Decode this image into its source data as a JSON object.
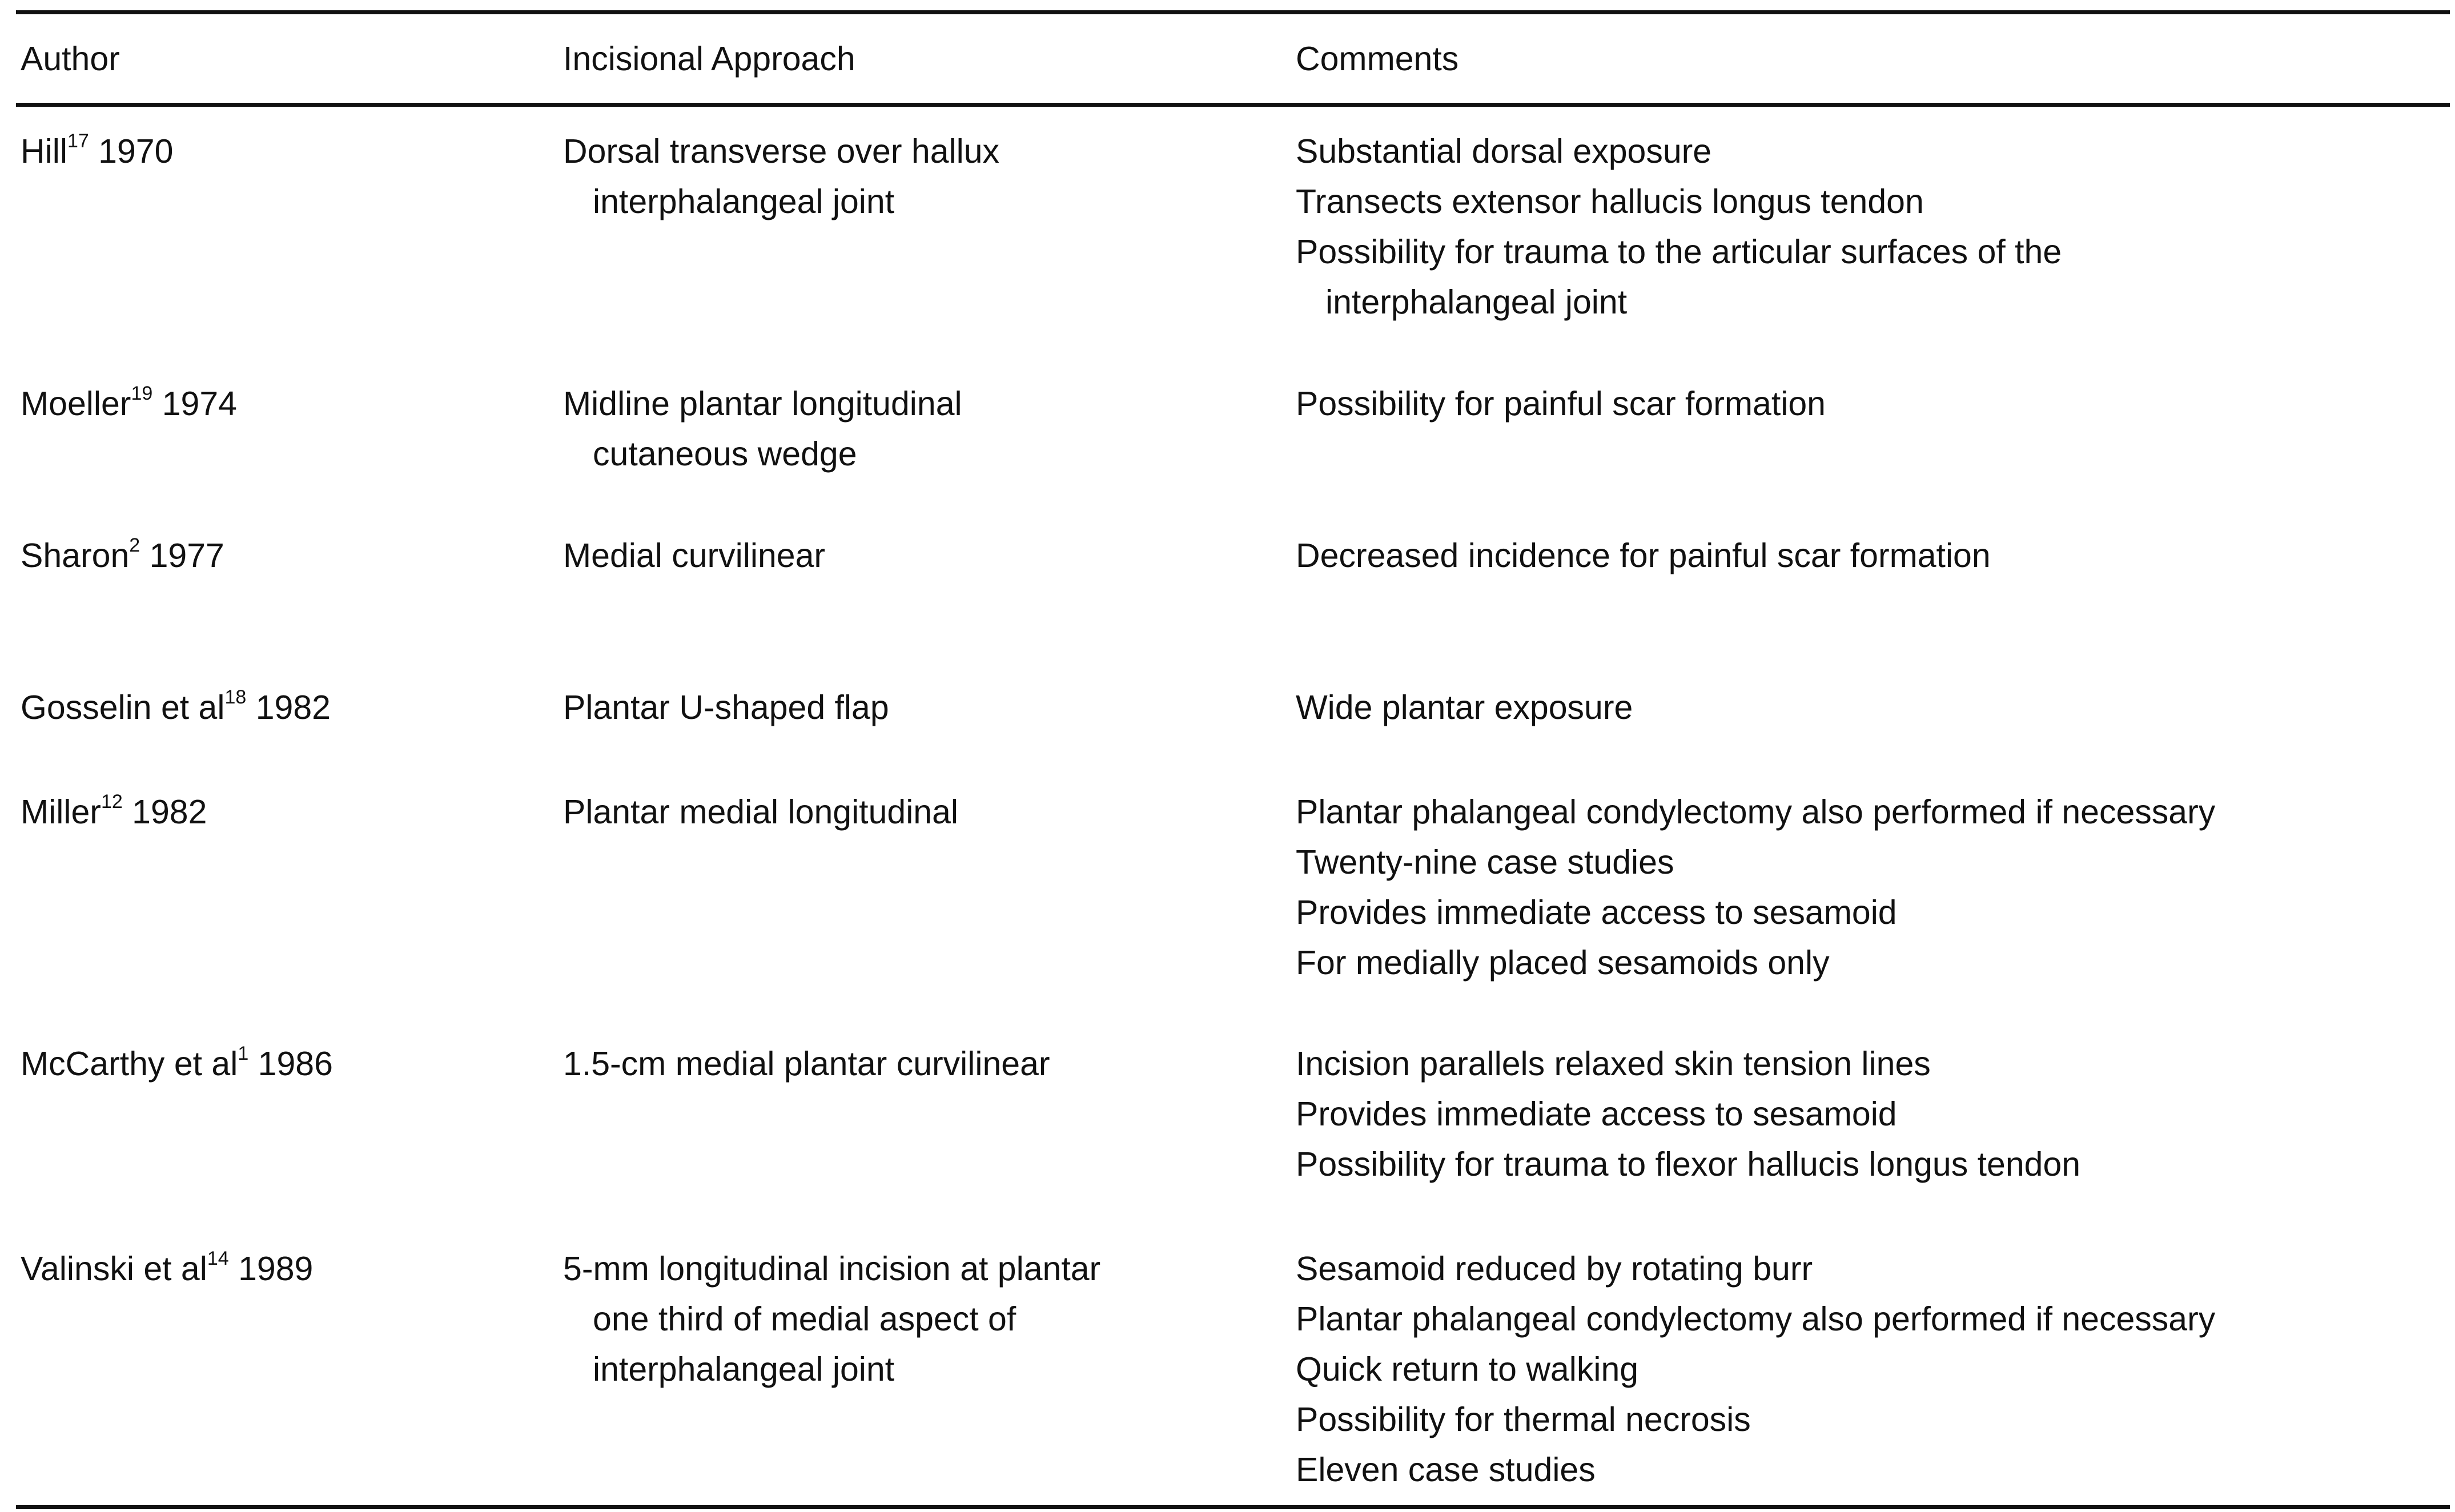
{
  "header": {
    "author": "Author",
    "approach": "Incisional Approach",
    "comments": "Comments"
  },
  "rows": [
    {
      "author_name": "Hill",
      "author_ref": "17",
      "author_year": "1970",
      "approach_first": "Dorsal transverse over hallux",
      "approach_rest": [
        "interphalangeal joint"
      ],
      "comments": [
        {
          "first": "Substantial dorsal exposure"
        },
        {
          "first": "Transects extensor hallucis longus tendon"
        },
        {
          "first": "Possibility for trauma to the articular surfaces of the",
          "rest": "interphalangeal joint"
        }
      ]
    },
    {
      "author_name": "Moeller",
      "author_ref": "19",
      "author_year": "1974",
      "approach_first": "Midline plantar longitudinal",
      "approach_rest": [
        "cutaneous wedge"
      ],
      "comments": [
        {
          "first": "Possibility for painful scar formation"
        }
      ]
    },
    {
      "author_name": "Sharon",
      "author_ref": "2",
      "author_year": "1977",
      "approach_first": "Medial curvilinear",
      "approach_rest": [],
      "comments": [
        {
          "first": "Decreased incidence for painful scar formation"
        }
      ]
    },
    {
      "author_name": "Gosselin et al",
      "author_ref": "18",
      "author_year": "1982",
      "approach_first": "Plantar U-shaped flap",
      "approach_rest": [],
      "comments": [
        {
          "first": "Wide plantar exposure"
        }
      ]
    },
    {
      "author_name": "Miller",
      "author_ref": "12",
      "author_year": "1982",
      "approach_first": "Plantar medial longitudinal",
      "approach_rest": [],
      "comments": [
        {
          "first": "Plantar phalangeal condylectomy also performed if necessary"
        },
        {
          "first": "Twenty-nine case studies"
        },
        {
          "first": "Provides immediate access to sesamoid"
        },
        {
          "first": "For medially placed sesamoids only"
        }
      ]
    },
    {
      "author_name": "McCarthy et al",
      "author_ref": "1",
      "author_year": "1986",
      "approach_first": "1.5-cm medial plantar curvilinear",
      "approach_rest": [],
      "comments": [
        {
          "first": "Incision parallels relaxed skin tension lines"
        },
        {
          "first": "Provides immediate access to sesamoid"
        },
        {
          "first": "Possibility for trauma to flexor hallucis longus tendon"
        }
      ]
    },
    {
      "author_name": "Valinski et al",
      "author_ref": "14",
      "author_year": "1989",
      "approach_first": "5-mm longitudinal incision at plantar",
      "approach_rest": [
        "one third of medial aspect of",
        "interphalangeal joint"
      ],
      "comments": [
        {
          "first": "Sesamoid reduced by rotating burr"
        },
        {
          "first": "Plantar phalangeal condylectomy also performed if necessary"
        },
        {
          "first": "Quick return to walking"
        },
        {
          "first": "Possibility for thermal necrosis"
        },
        {
          "first": "Eleven case studies"
        }
      ]
    }
  ]
}
